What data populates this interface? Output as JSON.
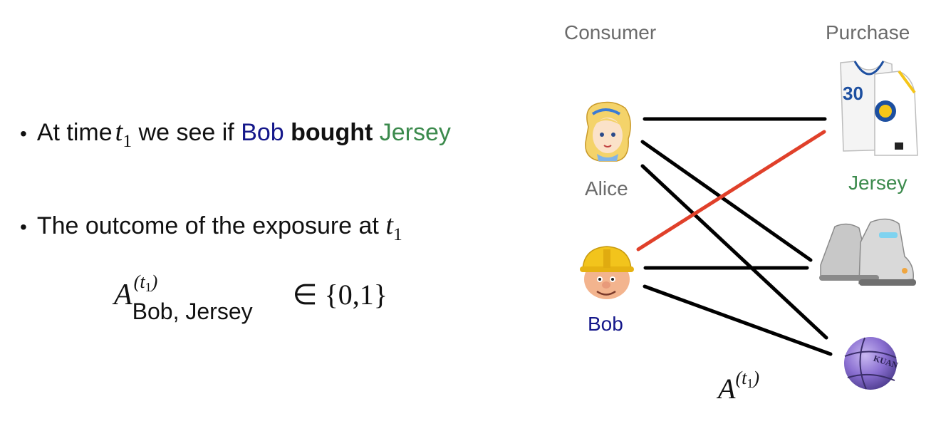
{
  "bullets": [
    {
      "prefix": "At time ",
      "var": "t",
      "var_sub": "1",
      "mid": " we see if ",
      "bob": "Bob",
      "bought": "bought",
      "jersey": "Jersey"
    },
    {
      "text": "The outcome of the exposure at ",
      "var": "t",
      "var_sub": "1"
    }
  ],
  "formula": {
    "symbol": "A",
    "superscript_open": "(",
    "superscript_var": "t",
    "superscript_sub": "1",
    "superscript_close": ")",
    "subscript": "Bob, Jersey",
    "relation": " ∈ {0,1}"
  },
  "diagram": {
    "consumer_header": "Consumer",
    "purchase_header": "Purchase",
    "consumers": [
      "Alice",
      "Bob"
    ],
    "products": [
      "Jersey",
      "",
      ""
    ],
    "jersey_number": "30",
    "ball_text": "KUAN",
    "edge_colors": {
      "default": "#000000",
      "highlight": "#e0402a"
    },
    "matrix_symbol": "A",
    "matrix_sup_var": "t",
    "matrix_sup_sub": "1"
  },
  "colors": {
    "bob": "#14178a",
    "jersey": "#3b8a4c",
    "header_gray": "#6b6b6b"
  }
}
